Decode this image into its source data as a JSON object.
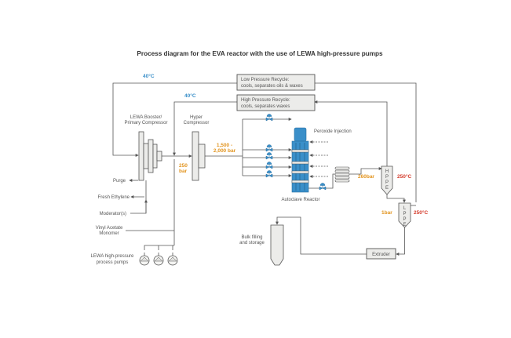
{
  "title": "Process diagram for the EVA reactor with the use of LEWA high-pressure pumps",
  "colors": {
    "accent_blue": "#3a8fc9",
    "temperature_blue": "#3a8fc9",
    "pressure_orange": "#e29520",
    "temperature_red": "#d43a2a",
    "line": "#555555",
    "equipment_fill": "#ececea"
  },
  "recycle": {
    "low_line1": "Low Pressure Recycle:",
    "low_line2": "cools, separates oils & waxes",
    "high_line1": "High Pressure Recycle:",
    "high_line2": "cools, separates waxes"
  },
  "temperatures": {
    "low_recycle": "40°C",
    "high_recycle": "40°C",
    "hppe": "250°C",
    "lppe": "250°C"
  },
  "pressures": {
    "booster_line1": "250",
    "booster_line2": "bar",
    "hyper_line1": "1,500 -",
    "hyper_line2": "2,000 bar",
    "hppe": "260bar",
    "lppe": "1bar"
  },
  "equipment": {
    "booster_line1": "LEWA Booster/",
    "booster_line2": "Primary Compressor",
    "hyper_line1": "Hyper",
    "hyper_line2": "Compressor",
    "reactor": "Autoclave Reactor",
    "peroxide": "Peroxide Injection",
    "hppe_letters": [
      "H",
      "P",
      "P",
      "E"
    ],
    "lppe_letters": [
      "L",
      "P",
      "P",
      "E"
    ],
    "extruder": "Extruder",
    "bulk_line1": "Bulk filling",
    "bulk_line2": "and storage",
    "pumps_line1": "LEWA high-pressure",
    "pumps_line2": "process pumps"
  },
  "streams": {
    "purge": "Purge",
    "ethylene": "Fresh Ethylene",
    "moderator": "Moderator(s)",
    "vinyl_line1": "Vinyl Acetate",
    "vinyl_line2": "Monomer"
  },
  "icons": [
    "valve-icon",
    "pump-icon",
    "cooler-icon",
    "arrow-icon"
  ]
}
